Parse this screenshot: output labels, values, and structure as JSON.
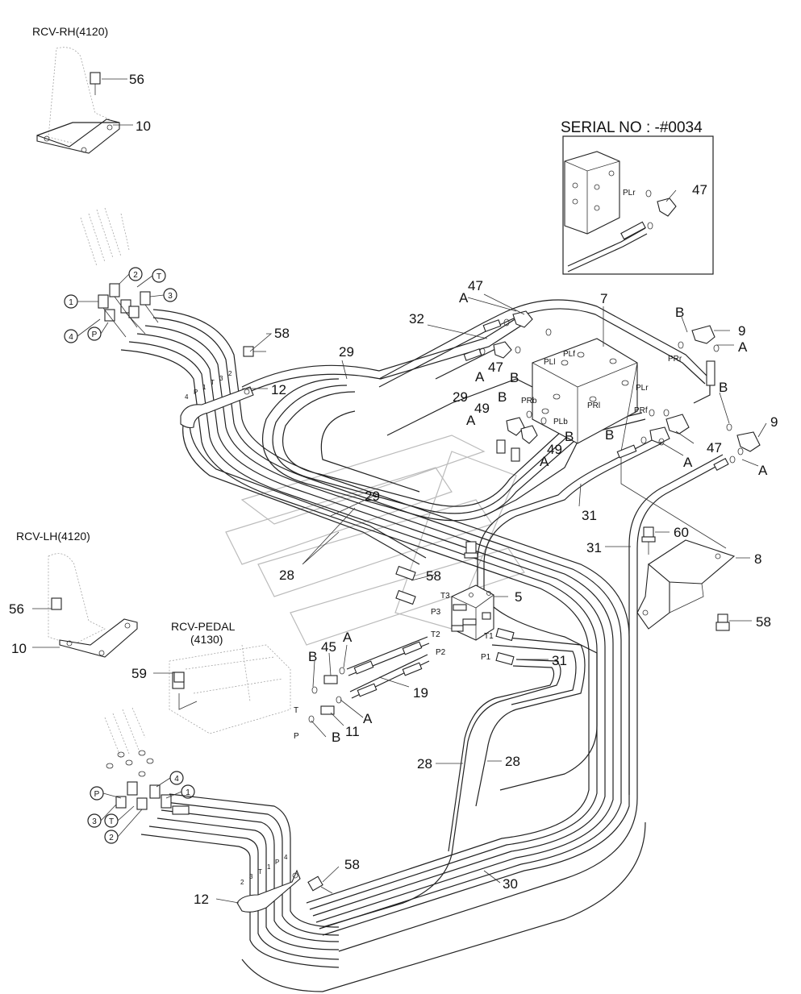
{
  "serial_title": "SERIAL NO : -#0034",
  "headers": {
    "rcv_rh": "RCV-RH(4120)",
    "rcv_lh": "RCV-LH(4120)",
    "rcv_pedal_1": "RCV-PEDAL",
    "rcv_pedal_2": "(4130)"
  },
  "callouts": {
    "c56a": "56",
    "c10a": "10",
    "c58a": "58",
    "c12a": "12",
    "c29a": "29",
    "c32": "32",
    "c47a": "47",
    "cAa": "A",
    "c47b": "47",
    "cAb": "A",
    "cBa": "B",
    "c7": "7",
    "cBb": "B",
    "c9a": "9",
    "cAc": "A",
    "cBc": "B",
    "c49a": "49",
    "cBd": "B",
    "cAd": "A",
    "c49b": "49",
    "cBe": "B",
    "cAe": "A",
    "c29b": "29",
    "cBf": "B",
    "c47c": "47",
    "cAf": "A",
    "c9b": "9",
    "cAg": "A",
    "c31a": "31",
    "c29c": "29",
    "c28a": "28",
    "c58b": "58",
    "c5": "5",
    "c60": "60",
    "c8": "8",
    "c31b": "31",
    "c58c": "58",
    "c56b": "56",
    "c10b": "10",
    "c59": "59",
    "c45": "45",
    "cBg": "B",
    "cAh": "A",
    "c19": "19",
    "c31c": "31",
    "c11": "11",
    "cAi": "A",
    "cBh": "B",
    "c28b": "28",
    "c28c": "28",
    "c58d": "58",
    "c12b": "12",
    "c30": "30",
    "c47d": "47"
  },
  "circled": {
    "rh_1": "1",
    "rh_2": "2",
    "rh_T": "T",
    "rh_3": "3",
    "rh_4": "4",
    "rh_P": "P",
    "lh_P": "P",
    "lh_4": "4",
    "lh_1": "1",
    "lh_3": "3",
    "lh_T": "T",
    "lh_2": "2"
  },
  "ports": {
    "PLr_inset": "PLr",
    "PLf": "PLf",
    "PLl": "PLl",
    "PRr": "PRr",
    "PLr": "PLr",
    "PRb": "PRb",
    "PRl": "PRl",
    "PLb": "PLb",
    "PRf": "PRf",
    "T3": "T3",
    "P3": "P3",
    "T2": "T2",
    "P2": "P2",
    "T1": "T1",
    "P1": "P1",
    "pedal_T": "T",
    "pedal_P": "P"
  },
  "tube_marks": {
    "u4": "4",
    "uP": "P",
    "u1": "1",
    "uT": "T",
    "u3": "3",
    "u2": "2",
    "l2": "2",
    "l3": "3",
    "lT": "T",
    "l1": "1",
    "lP": "P",
    "l4": "4"
  }
}
